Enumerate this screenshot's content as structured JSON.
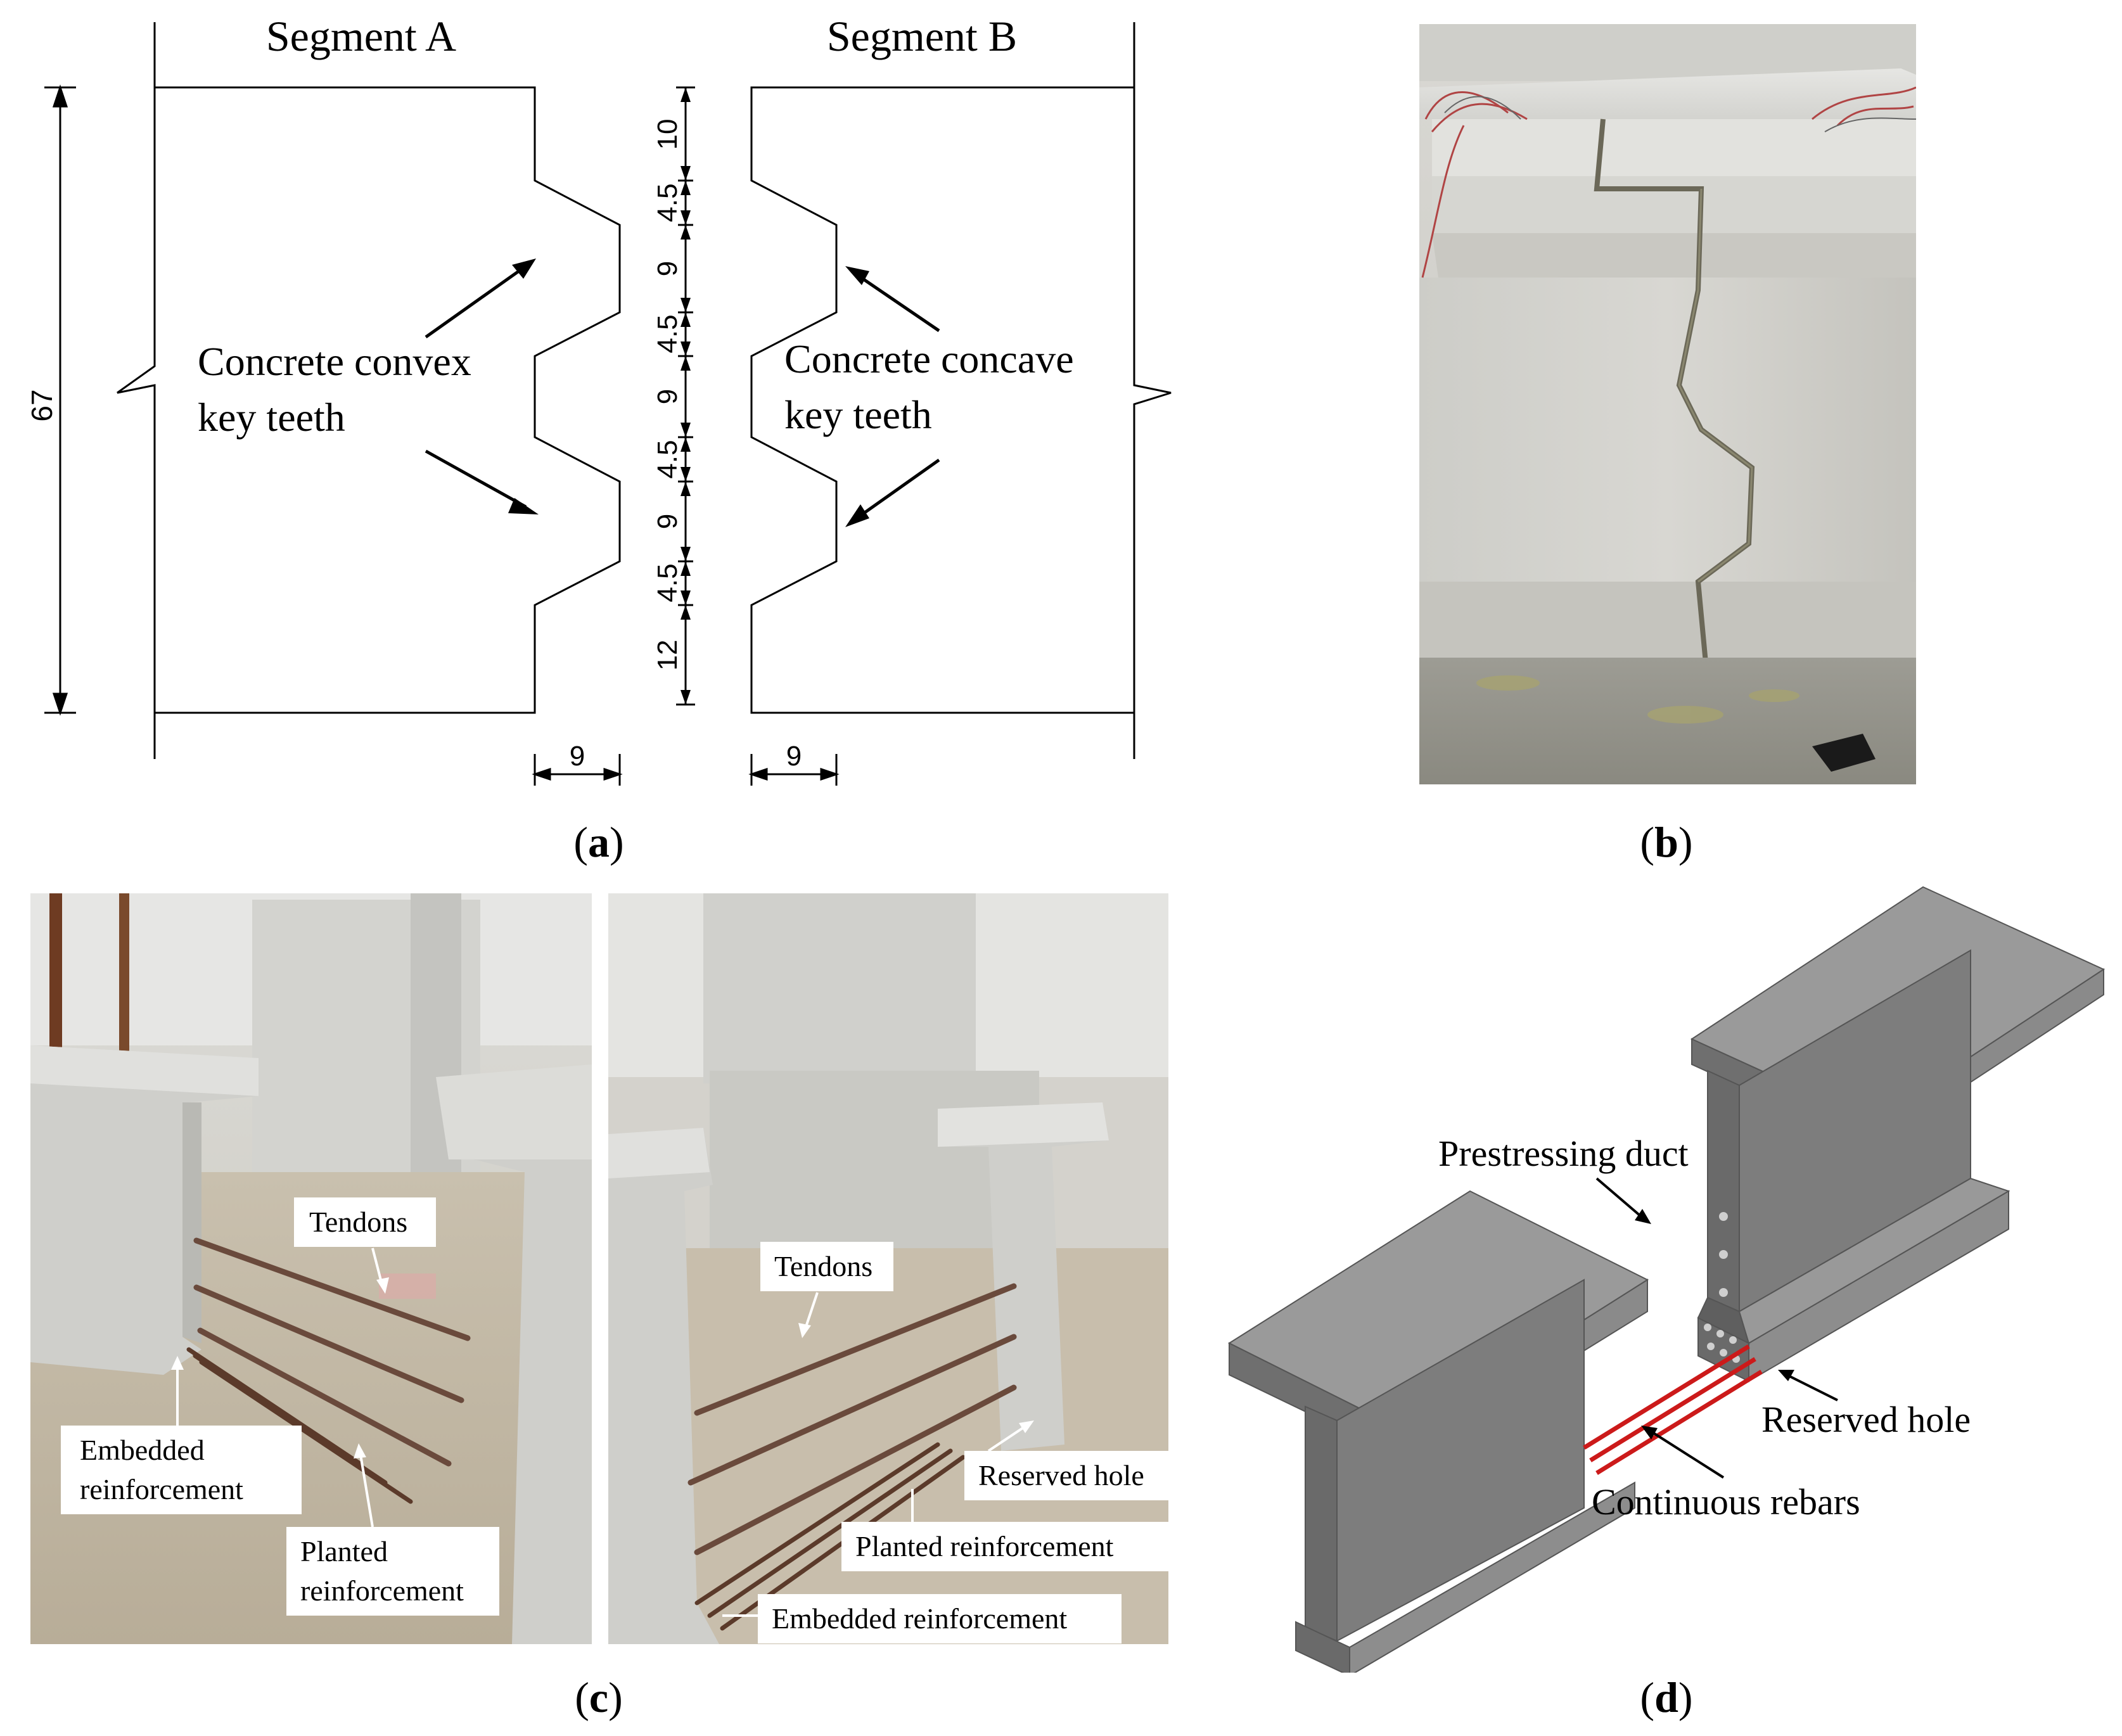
{
  "panel_a": {
    "segment_a_title": "Segment A",
    "segment_b_title": "Segment B",
    "convex_label_line1": "Concrete convex",
    "convex_label_line2": "key teeth",
    "concave_label_line1": "Concrete concave",
    "concave_label_line2": "key teeth",
    "total_height": "67",
    "dims": [
      "10",
      "4.5",
      "9",
      "4.5",
      "9",
      "4.5",
      "9",
      "4.5",
      "12"
    ],
    "tooth_depth_a": "9",
    "tooth_depth_b": "9",
    "caption_letter": "a"
  },
  "panel_b": {
    "caption_letter": "b"
  },
  "panel_c": {
    "left": {
      "tendons": "Tendons",
      "embedded_line1": "Embedded",
      "embedded_line2": "reinforcement",
      "planted_line1": "Planted",
      "planted_line2": "reinforcement"
    },
    "right": {
      "tendons": "Tendons",
      "reserved_hole": "Reserved hole",
      "planted": "Planted reinforcement",
      "embedded": "Embedded reinforcement"
    },
    "caption_letter": "c"
  },
  "panel_d": {
    "prestressing_duct": "Prestressing duct",
    "reserved_hole": "Reserved hole",
    "continuous_rebars": "Continuous rebars",
    "rebar_color": "#cc1a1a",
    "caption_letter": "d"
  }
}
